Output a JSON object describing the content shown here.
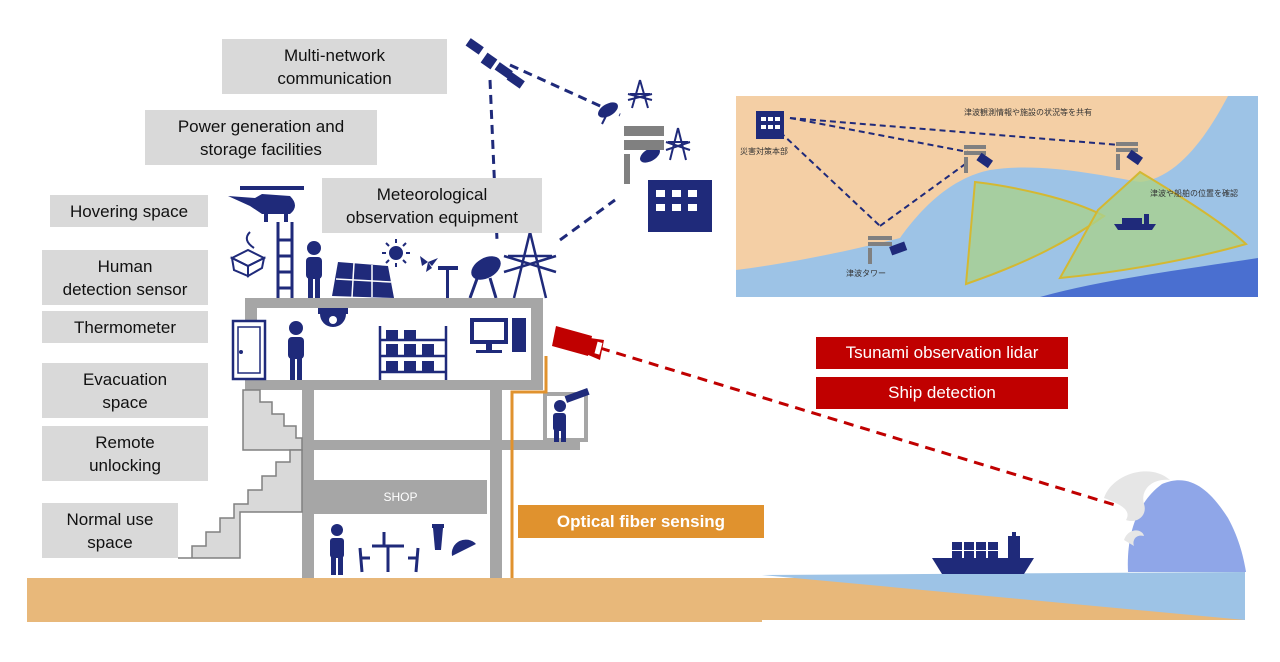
{
  "labels": {
    "multi_network": "Multi-network\ncommunication",
    "power_generation": "Power generation and\nstorage facilities",
    "meteorological": "Meteorological\nobservation equipment",
    "hovering": "Hovering space",
    "human_detection": "Human\ndetection sensor",
    "thermometer": "Thermometer",
    "evacuation": "Evacuation\nspace",
    "remote_unlocking": "Remote\nunlocking",
    "normal_use": "Normal use\nspace",
    "shop": "SHOP",
    "tsunami_lidar": "Tsunami observation lidar",
    "ship_detection": "Ship detection",
    "optical_fiber": "Optical fiber sensing"
  },
  "map_inset": {
    "hq": "災害対策本部",
    "share": "津波観測情報や施設の状況等を共有",
    "tower": "津波タワー",
    "confirm": "津波や船舶の位置を確認"
  },
  "colors": {
    "navy": "#1f2a7a",
    "lidar_red": "#c00000",
    "fiber_orange": "#e0922e",
    "sand": "#e8b87a",
    "sea_light": "#9dc3e6",
    "sea_dark": "#4a6fd0",
    "wave": "#8fa6e8"
  }
}
